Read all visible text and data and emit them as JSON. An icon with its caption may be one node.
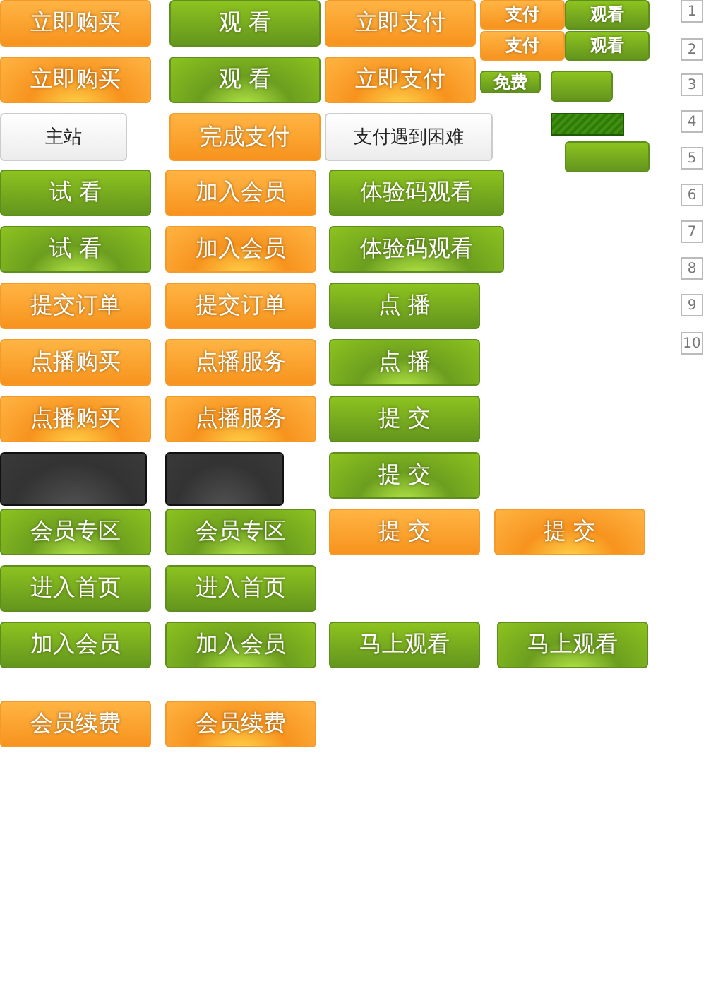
{
  "diagram": {
    "nodes": [
      {
        "text": [
          "立即购买"
        ]
      },
      {
        "text": [
          "观 看"
        ]
      },
      {
        "text": [
          "立即支付"
        ]
      },
      {
        "text": [
          "支付"
        ]
      },
      {
        "text": [
          "观看"
        ]
      },
      {
        "text": [
          "支付"
        ]
      },
      {
        "text": [
          "观看"
        ]
      },
      {
        "text": [
          "立即购买"
        ]
      },
      {
        "text": [
          "观 看"
        ]
      },
      {
        "text": [
          "立即支付"
        ]
      },
      {
        "text": [
          "免费"
        ]
      },
      {
        "text": [],
        "shape": "box"
      },
      {
        "text": [
          "主站"
        ]
      },
      {
        "text": [
          "完成支付"
        ]
      },
      {
        "text": [
          "支付遇到困难"
        ]
      },
      {
        "text": [],
        "shape": "bar"
      },
      {
        "text": [],
        "shape": "box"
      },
      {
        "text": [
          "试 看"
        ]
      },
      {
        "text": [
          "加入会员"
        ]
      },
      {
        "text": [
          "体验码观看"
        ]
      },
      {
        "text": [
          "试 看"
        ]
      },
      {
        "text": [
          "加入会员"
        ]
      },
      {
        "text": [
          "体验码观看"
        ]
      },
      {
        "text": [
          "提交订单"
        ]
      },
      {
        "text": [
          "提交订单"
        ]
      },
      {
        "text": [
          "点 播"
        ]
      },
      {
        "text": [
          "点播购买"
        ]
      },
      {
        "text": [
          "点播服务"
        ]
      },
      {
        "text": [
          "点 播"
        ]
      },
      {
        "text": [
          "点播购买"
        ]
      },
      {
        "text": [
          "点播服务"
        ]
      },
      {
        "text": [
          "提 交"
        ]
      },
      {
        "text": [],
        "shape": "box"
      },
      {
        "text": [],
        "shape": "box"
      },
      {
        "text": [
          "提 交"
        ]
      },
      {
        "text": [
          "会员专区"
        ]
      },
      {
        "text": [
          "会员专区"
        ]
      },
      {
        "text": [
          "提 交"
        ]
      },
      {
        "text": [
          "提 交"
        ]
      },
      {
        "text": [
          "进入首页"
        ]
      },
      {
        "text": [
          "进入首页"
        ]
      },
      {
        "text": [
          "加入会员"
        ]
      },
      {
        "text": [
          "加入会员"
        ]
      },
      {
        "text": [
          "马上观看"
        ]
      },
      {
        "text": [
          "马上观看"
        ]
      },
      {
        "text": [
          "会员续费"
        ]
      },
      {
        "text": [
          "会员续费"
        ]
      },
      {
        "text": [
          "1"
        ]
      },
      {
        "text": [
          "2"
        ]
      },
      {
        "text": [
          "3"
        ]
      },
      {
        "text": [
          "4"
        ]
      },
      {
        "text": [
          "5"
        ]
      },
      {
        "text": [
          "6"
        ]
      },
      {
        "text": [
          "7"
        ]
      },
      {
        "text": [
          "8"
        ]
      },
      {
        "text": [
          "9"
        ]
      },
      {
        "text": [
          "10"
        ]
      }
    ]
  }
}
